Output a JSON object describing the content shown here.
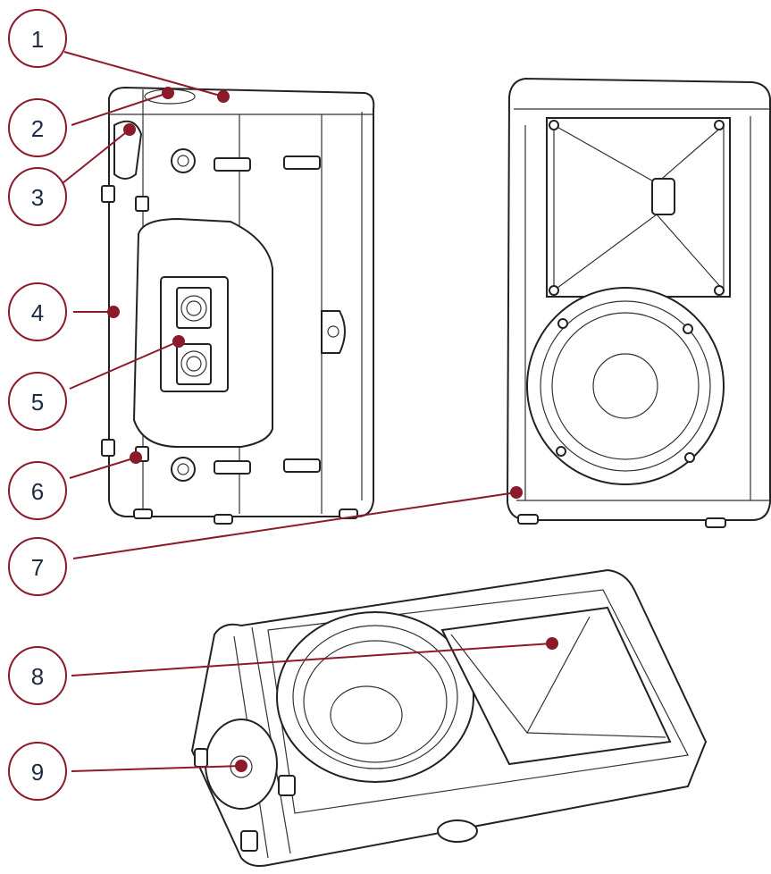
{
  "accent_color": "#8B1A2B",
  "callout_circle_color": "#8B1A2B",
  "callouts": [
    {
      "number": "1"
    },
    {
      "number": "2"
    },
    {
      "number": "3"
    },
    {
      "number": "4"
    },
    {
      "number": "5"
    },
    {
      "number": "6"
    },
    {
      "number": "7"
    },
    {
      "number": "8"
    },
    {
      "number": "9"
    }
  ]
}
